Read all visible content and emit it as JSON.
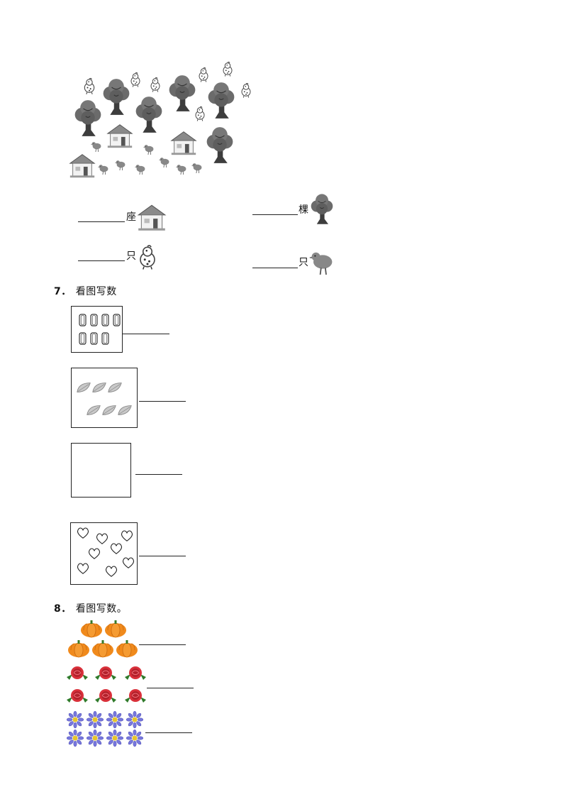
{
  "scene": {
    "answers": [
      {
        "unit": "座",
        "icon": "house-icon"
      },
      {
        "unit": "棵",
        "icon": "tree-icon"
      },
      {
        "unit": "只",
        "icon": "chick-icon"
      },
      {
        "unit": "只",
        "icon": "bird-icon"
      }
    ]
  },
  "q7": {
    "number": "7．",
    "title": "看图写数",
    "items": [
      {
        "name": "cups",
        "count": 7
      },
      {
        "name": "leaves",
        "count": 6
      },
      {
        "name": "empty",
        "count": 0
      },
      {
        "name": "hearts",
        "count": 8
      }
    ]
  },
  "q8": {
    "number": "8．",
    "title": "看图写数。",
    "rows": [
      {
        "name": "pumpkins",
        "count": 5,
        "color": "#f08a1c"
      },
      {
        "name": "roses",
        "count": 6,
        "color": "#d9303a"
      },
      {
        "name": "daisies",
        "count": 8,
        "color": "#6f6fd8"
      }
    ]
  }
}
